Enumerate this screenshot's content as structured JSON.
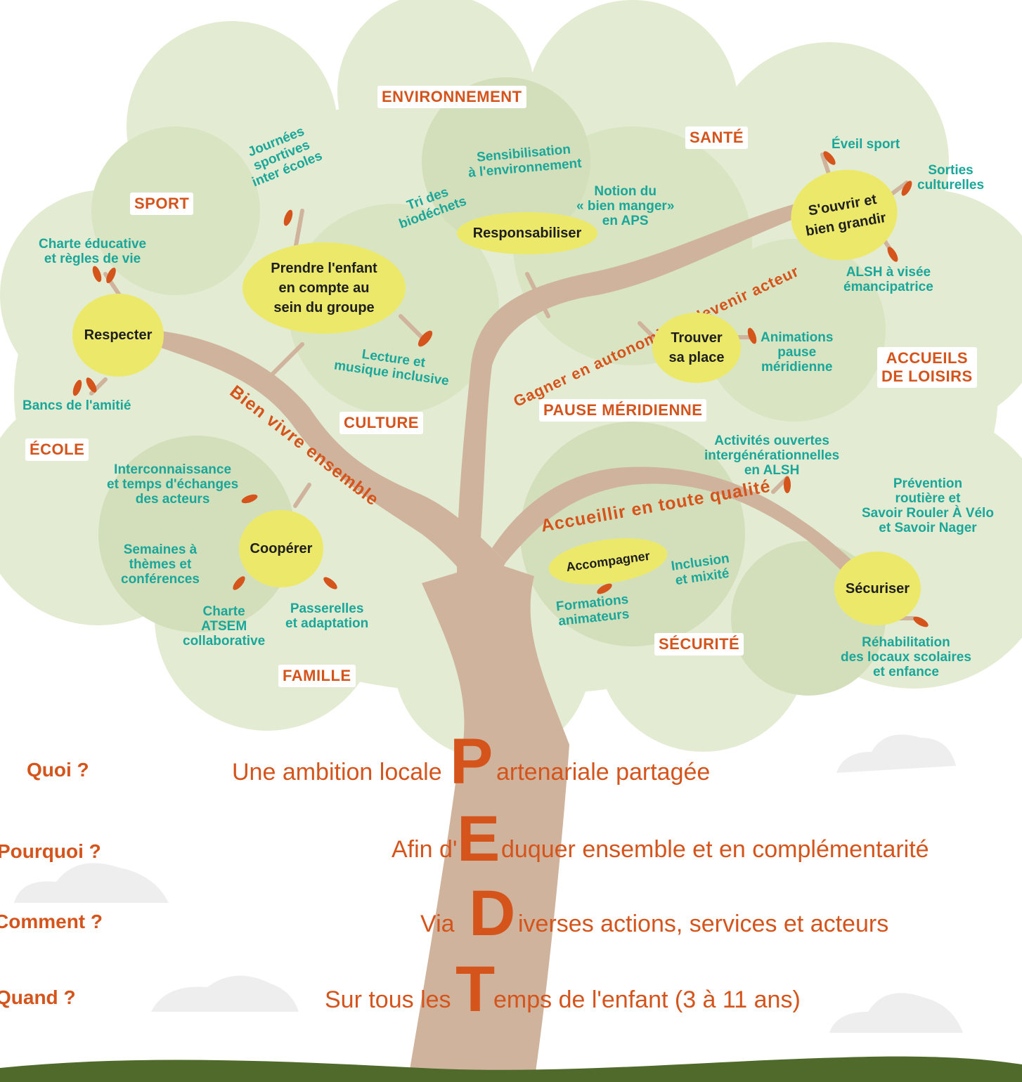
{
  "themes": {
    "environnement": "ENVIRONNEMENT",
    "sante": "SANTÉ",
    "sport": "SPORT",
    "accueils": "ACCUEILS\nDE LOISIRS",
    "culture": "CULTURE",
    "pause": "PAUSE MÉRIDIENNE",
    "ecole": "ÉCOLE",
    "securite": "SÉCURITÉ",
    "famille": "FAMILLE"
  },
  "branches": {
    "vivre": "Bien vivre ensemble",
    "autonomie": "Gagner en autonomie et devenir acteur",
    "accueillir": "Accueillir en toute qualité"
  },
  "bubbles": {
    "respecter": "Respecter",
    "prendre": "Prendre l'enfant\nen compte au\nsein du groupe",
    "responsabiliser": "Responsabiliser",
    "souvrir": "S'ouvrir et\nbien grandir",
    "trouver": "Trouver\nsa place",
    "cooperer": "Coopérer",
    "accompagner": "Accompagner",
    "securiser": "Sécuriser"
  },
  "actions": {
    "charte": "Charte éducative\net règles de vie",
    "bancs": "Bancs de l'amitié",
    "journees": "Journées\nsportives\ninter écoles",
    "lecture": "Lecture et\nmusique inclusive",
    "tri": "Tri des\nbiodéchets",
    "sensibilisation": "Sensibilisation\nà l'environnement",
    "notion": "Notion du\n« bien manger»\nen APS",
    "eveil": "Éveil sport",
    "sorties": "Sorties\nculturelles",
    "alsh": "ALSH à visée\némancipatrice",
    "animations": "Animations\npause\nméridienne",
    "interconnaissance": "Interconnaissance\net temps d'échanges\ndes acteurs",
    "semaines": "Semaines à\nthèmes et\nconférences",
    "charte_atsem": "Charte\nATSEM\ncollaborative",
    "passerelles": "Passerelles\net adaptation",
    "activites": "Activités ouvertes\nintergénérationnelles\nen ALSH",
    "formations": "Formations\nanimateurs",
    "inclusion": "Inclusion\net mixité",
    "prevention": "Prévention\nroutière et\nSavoir Rouler À Vélo\net Savoir Nager",
    "rehabilitation": "Réhabilitation\ndes locaux scolaires\net enfance"
  },
  "pedt": {
    "rows": [
      {
        "question": "Quoi ?",
        "before": "Une ambition locale ",
        "letter": "P",
        "after": "artenariale partagée"
      },
      {
        "question": "Pourquoi ?",
        "before": "Afin d' ",
        "letter": "E",
        "after": "duquer ensemble et en complémentarité"
      },
      {
        "question": "Comment ?",
        "before": "Via ",
        "letter": "D",
        "after": "iverses actions, services et acteurs"
      },
      {
        "question": "Quand ?",
        "before": "Sur tous les ",
        "letter": "T",
        "after": "emps de l'enfant (3 à 11 ans)"
      }
    ]
  },
  "colors": {
    "accent": "#d4541c",
    "teal": "#1aa79a",
    "bubble": "#ece96a",
    "trunk": "#cfb39c",
    "foliage": "#e3ecd2",
    "ground": "#4f6a2a"
  }
}
